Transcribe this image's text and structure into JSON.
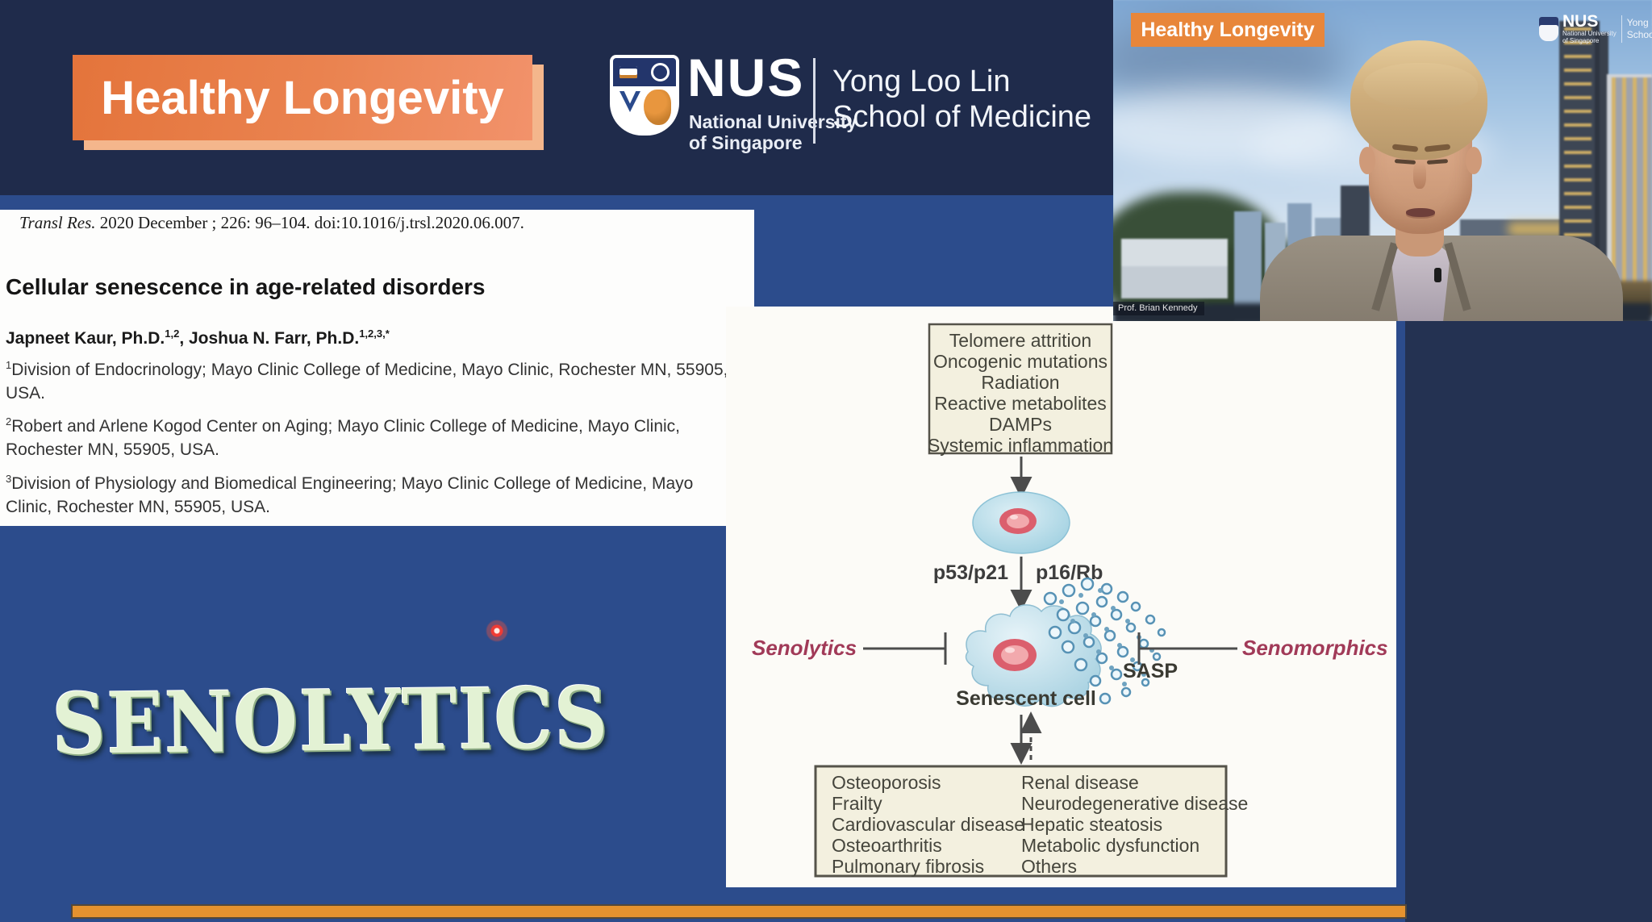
{
  "colors": {
    "frame_navy": "#1f2b4b",
    "slide_blue": "#2c4c8c",
    "accent_orange": "#e8863a",
    "bottom_bar_orange": "#e5922f",
    "senolytics_green": "#e3f2d4",
    "drug_label_maroon": "#a13a58",
    "laser_red": "#ef3b34"
  },
  "header": {
    "program_title": "Healthy Longevity",
    "nus": {
      "abbr": "NUS",
      "name_line1": "National University",
      "name_line2": "of Singapore",
      "school_line1": "Yong Loo Lin",
      "school_line2": "School of Medicine"
    }
  },
  "paper": {
    "citation": {
      "journal": "Transl Res.",
      "rest": " 2020 December ; 226: 96–104. doi:10.1016/j.trsl.2020.06.007."
    },
    "title": "Cellular senescence in age-related disorders",
    "authors": [
      {
        "name": "Japneet Kaur, Ph.D.",
        "sup": "1,2"
      },
      {
        "name": ", Joshua N. Farr, Ph.D.",
        "sup": "1,2,3,*"
      }
    ],
    "affiliations": [
      {
        "sup": "1",
        "line1": "Division of Endocrinology; Mayo Clinic College of Medicine, Mayo Clinic, Rochester MN, 55905,",
        "line2": "USA."
      },
      {
        "sup": "2",
        "line1": "Robert and Arlene Kogod Center on Aging; Mayo Clinic College of Medicine, Mayo Clinic,",
        "line2": "Rochester MN, 55905, USA."
      },
      {
        "sup": "3",
        "line1": "Division of Physiology and Biomedical Engineering; Mayo Clinic College of Medicine, Mayo",
        "line2": "Clinic, Rochester MN, 55905, USA."
      }
    ]
  },
  "slide": {
    "keyword": "SENOLYTICS"
  },
  "diagram": {
    "causes": [
      "Telomere attrition",
      "Oncogenic mutations",
      "Radiation",
      "Reactive metabolites",
      "DAMPs",
      "Systemic inflammation"
    ],
    "pathways": {
      "left": "p53/p21",
      "right": "p16/Rb"
    },
    "senolytics": "Senolytics",
    "senomorphics": "Senomorphics",
    "sasp": "SASP",
    "senescent_cell": "Senescent cell",
    "diseases_col1": [
      "Osteoporosis",
      "Frailty",
      "Cardiovascular disease",
      "Osteoarthritis",
      "Pulmonary fibrosis"
    ],
    "diseases_col2": [
      "Renal disease",
      "Neurodegenerative disease",
      "Hepatic steatosis",
      "Metabolic dysfunction",
      "Others"
    ]
  },
  "webcam": {
    "banner": "Healthy Longevity",
    "caption": "Prof. Brian Kennedy",
    "logo": {
      "abbr": "NUS",
      "sub1": "National University",
      "sub2": "of Singapore",
      "school1": "Yong Loo Lin",
      "school2": "School of Medicine"
    }
  }
}
